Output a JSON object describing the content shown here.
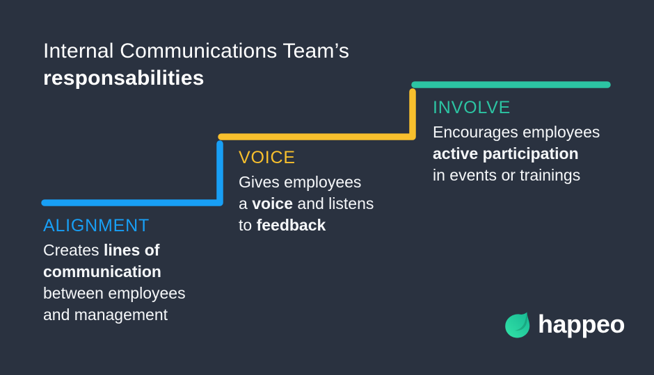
{
  "title": {
    "line1": "Internal Communications Team’s",
    "line2": "responsabilities"
  },
  "steps": [
    {
      "id": "alignment",
      "label": "ALIGNMENT",
      "color": "#189ff5",
      "description_lines": [
        [
          {
            "text": "Creates ",
            "bold": false
          },
          {
            "text": "lines of",
            "bold": true
          }
        ],
        [
          {
            "text": "communication",
            "bold": true
          }
        ],
        [
          {
            "text": "between employees",
            "bold": false
          }
        ],
        [
          {
            "text": "and management",
            "bold": false
          }
        ]
      ]
    },
    {
      "id": "voice",
      "label": "VOICE",
      "color": "#f8c02d",
      "description_lines": [
        [
          {
            "text": "Gives employees",
            "bold": false
          }
        ],
        [
          {
            "text": "a ",
            "bold": false
          },
          {
            "text": "voice",
            "bold": true
          },
          {
            "text": " and listens",
            "bold": false
          }
        ],
        [
          {
            "text": "to ",
            "bold": false
          },
          {
            "text": "feedback",
            "bold": true
          }
        ]
      ]
    },
    {
      "id": "involve",
      "label": "INVOLVE",
      "color": "#2cc4a3",
      "description_lines": [
        [
          {
            "text": "Encourages employees",
            "bold": false
          }
        ],
        [
          {
            "text": "active participation",
            "bold": true
          }
        ],
        [
          {
            "text": "in events or trainings",
            "bold": false
          }
        ]
      ]
    }
  ],
  "logo": {
    "wordmark": "happeo",
    "mark_icon": "happeo-leaf-icon",
    "mark_gradient_start": "#33e3a8",
    "mark_gradient_end": "#17b globale893"
  },
  "colors": {
    "background": "#2a3240",
    "title_text": "#ffffff",
    "body_text": "#f5f7f9",
    "alignment_blue": "#189ff5",
    "voice_yellow": "#f8c02d",
    "involve_teal": "#2cc4a3"
  }
}
